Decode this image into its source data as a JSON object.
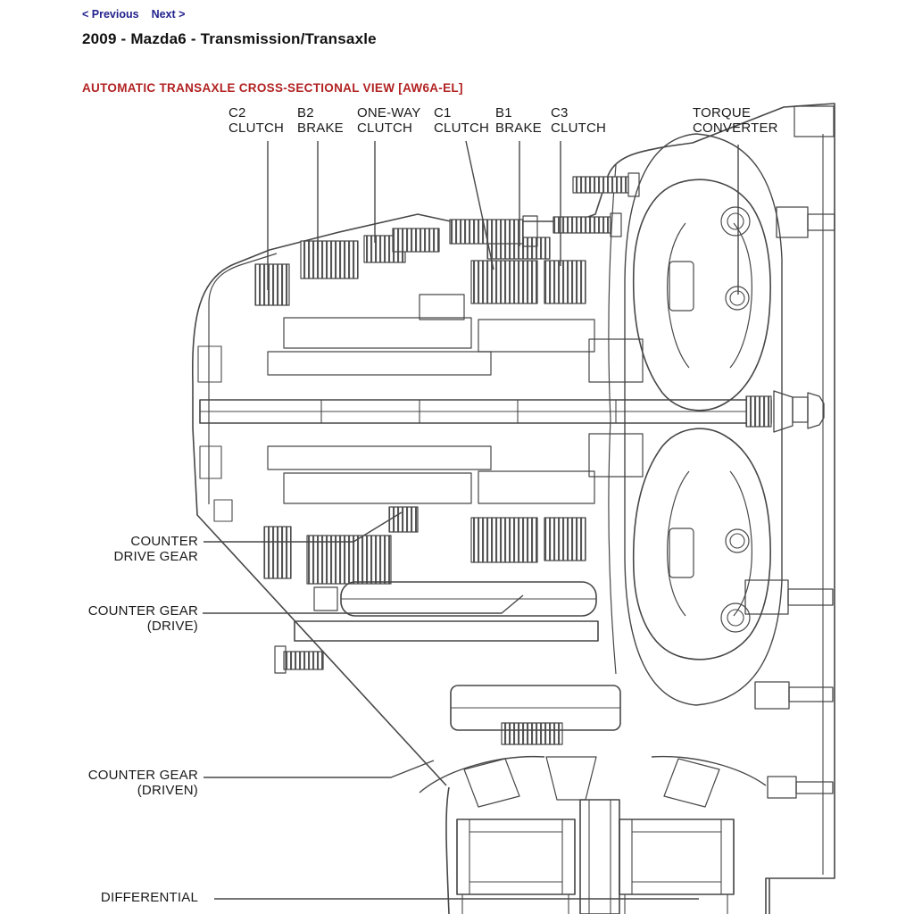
{
  "nav": {
    "previous": "< Previous",
    "next": "Next >"
  },
  "title": "2009 - Mazda6 - Transmission/Transaxle",
  "section_heading": "AUTOMATIC TRANSAXLE CROSS-SECTIONAL VIEW [AW6A-EL]",
  "figure": {
    "description": "Automatic transaxle cross-sectional line drawing",
    "labels_top": [
      {
        "line1": "C2",
        "line2": "CLUTCH"
      },
      {
        "line1": "B2",
        "line2": "BRAKE"
      },
      {
        "line1": "ONE-WAY",
        "line2": "CLUTCH"
      },
      {
        "line1": "C1",
        "line2": "CLUTCH"
      },
      {
        "line1": "B1",
        "line2": "BRAKE"
      },
      {
        "line1": "C3",
        "line2": "CLUTCH"
      },
      {
        "line1": "TORQUE",
        "line2": "CONVERTER"
      }
    ],
    "labels_left": [
      {
        "line1": "COUNTER",
        "line2": "DRIVE GEAR"
      },
      {
        "line1": "COUNTER GEAR",
        "line2": "(DRIVE)"
      },
      {
        "line1": "COUNTER GEAR",
        "line2": "(DRIVEN)"
      },
      {
        "line1": "DIFFERENTIAL",
        "line2": ""
      }
    ]
  },
  "colors": {
    "link": "#22228e",
    "heading_red": "#b22222",
    "diagram_line": "#474747",
    "text": "#141414",
    "background": "#ffffff"
  }
}
